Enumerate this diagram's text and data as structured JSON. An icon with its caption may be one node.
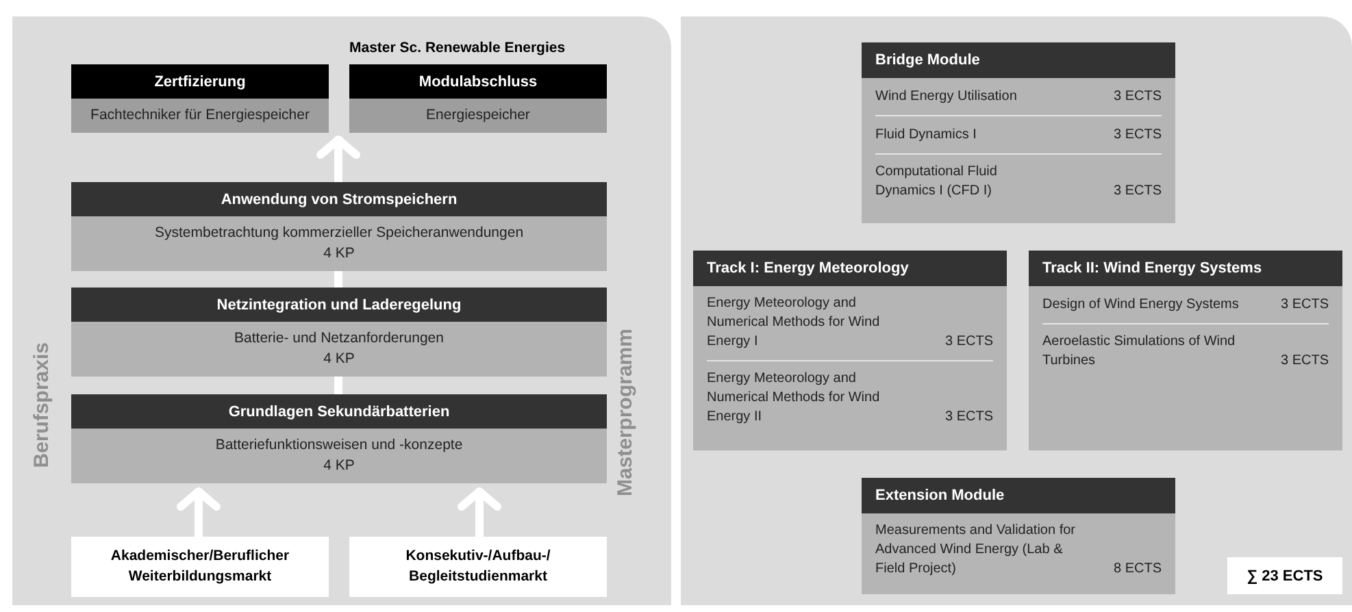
{
  "diagram": {
    "nodes": [
      {
        "text": [
          "Berufspraxis",
          "Masterprogramm"
        ]
      },
      {
        "text": [
          "Zertfizierung",
          "Fachtechniker für Energiespeicher"
        ],
        "in": 0
      },
      {
        "text": [
          "Modulabschluss",
          "Energiespeicher"
        ],
        "beside": [
          "Master Sc. Renewable Energies"
        ],
        "in": 0
      },
      {
        "text": [
          "Anwendung von Stromspeichern",
          "Systembetrachtung kommerzieller Speicheranwendungen",
          "4 KP"
        ],
        "in": 0
      },
      {
        "text": [
          "Netzintegration und Laderegelung",
          "Batterie- und Netzanforderungen",
          "4 KP"
        ],
        "in": 0
      },
      {
        "text": [
          "Grundlagen Sekundärbatterien",
          "Batteriefunktionsweisen und -konzepte",
          "4 KP"
        ],
        "in": 0
      },
      {
        "text": [
          "Akademischer/Beruflicher Weiterbildungsmarkt"
        ],
        "in": 0
      },
      {
        "text": [
          "Konsekutiv-/Aufbau-/ Begleitstudienmarkt"
        ],
        "in": 0
      },
      {
        "text": [],
        "shape": "box"
      },
      {
        "text": [
          "Bridge Module",
          "Wind Energy Utilisation",
          "3 ECTS",
          "Fluid Dynamics I",
          "3 ECTS",
          "Computational Fluid Dynamics I (CFD I)",
          "3 ECTS"
        ],
        "in": 8
      },
      {
        "text": [
          "Track I: Energy Meteorology",
          "Energy Meteorology and Numerical Methods for Wind Energy I",
          "3 ECTS",
          "Energy Meteorology and Numerical Methods for Wind Energy II",
          "3 ECTS"
        ],
        "in": 8
      },
      {
        "text": [
          "Track II: Wind Energy Systems",
          "Design of Wind Energy Systems",
          "3 ECTS",
          "Aeroelastic Simulations of Wind Turbines",
          "3 ECTS"
        ],
        "in": 8
      },
      {
        "text": [
          "Extension Module",
          "Measurements and Validation for Advanced Wind Energy (Lab & Field Project)",
          "8 ECTS"
        ],
        "in": 8
      },
      {
        "text": [
          "∑ 23 ECTS"
        ],
        "in": 8
      }
    ],
    "edges": [
      {
        "from": 6,
        "to": 5,
        "arrow": "to"
      },
      {
        "from": 7,
        "to": 5,
        "arrow": "to"
      },
      {
        "from": 5,
        "to": 4,
        "arrow": "none"
      },
      {
        "from": 4,
        "to": 3,
        "arrow": "none"
      },
      {
        "from": 3,
        "to": 1,
        "arrow": "to"
      },
      {
        "from": 3,
        "to": 2,
        "arrow": "to"
      }
    ]
  }
}
